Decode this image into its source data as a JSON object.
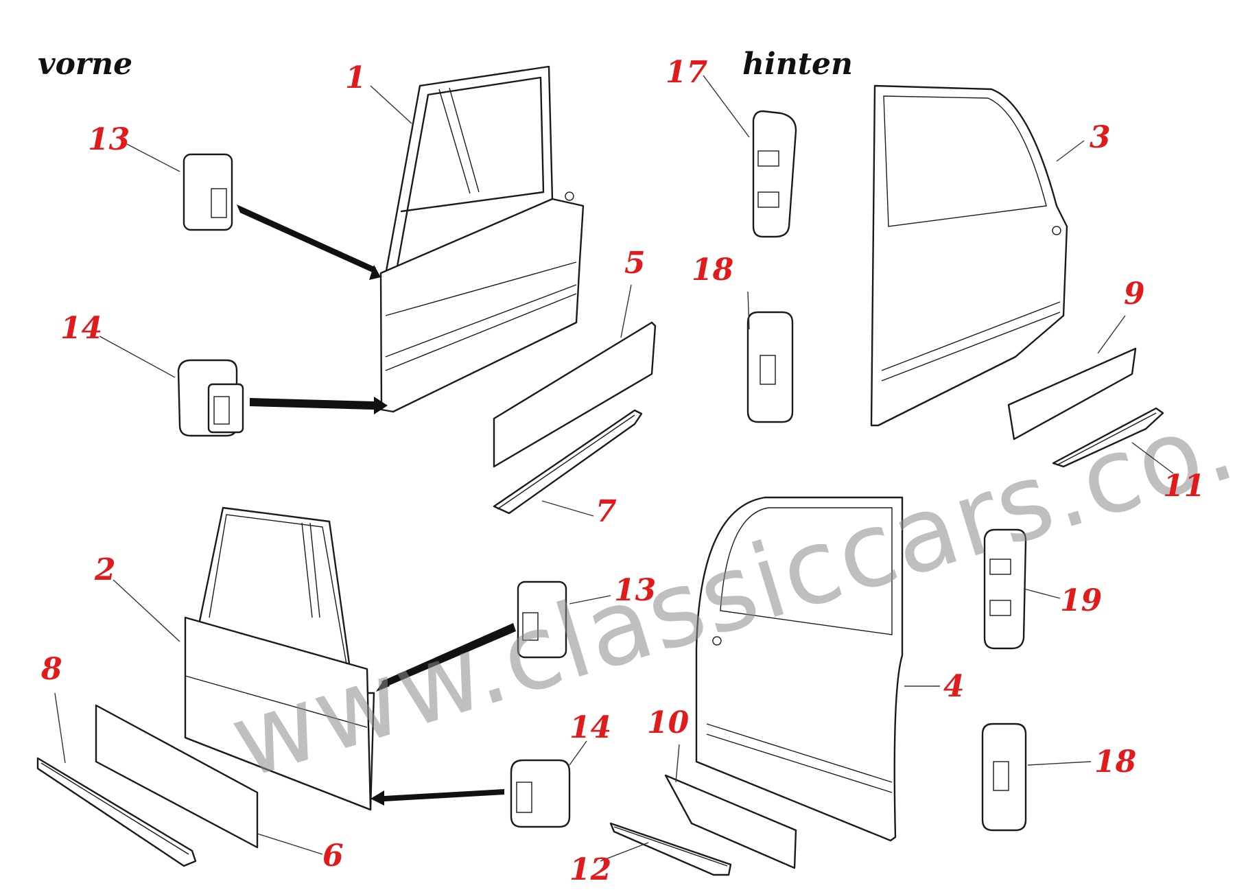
{
  "sections": {
    "front": "vorne",
    "rear": "hinten"
  },
  "watermark": "www.classiccars.co.at",
  "callouts": {
    "c1": "1",
    "c2": "2",
    "c3": "3",
    "c4": "4",
    "c5": "5",
    "c6": "6",
    "c7": "7",
    "c8": "8",
    "c9": "9",
    "c10": "10",
    "c11": "11",
    "c12": "12",
    "c13a": "13",
    "c13b": "13",
    "c14a": "14",
    "c14b": "14",
    "c17": "17",
    "c18a": "18",
    "c18b": "18",
    "c19": "19"
  },
  "colors": {
    "callout": "#e11b1b",
    "line": "#1a1a1a",
    "watermark": "#8a8a8a"
  }
}
